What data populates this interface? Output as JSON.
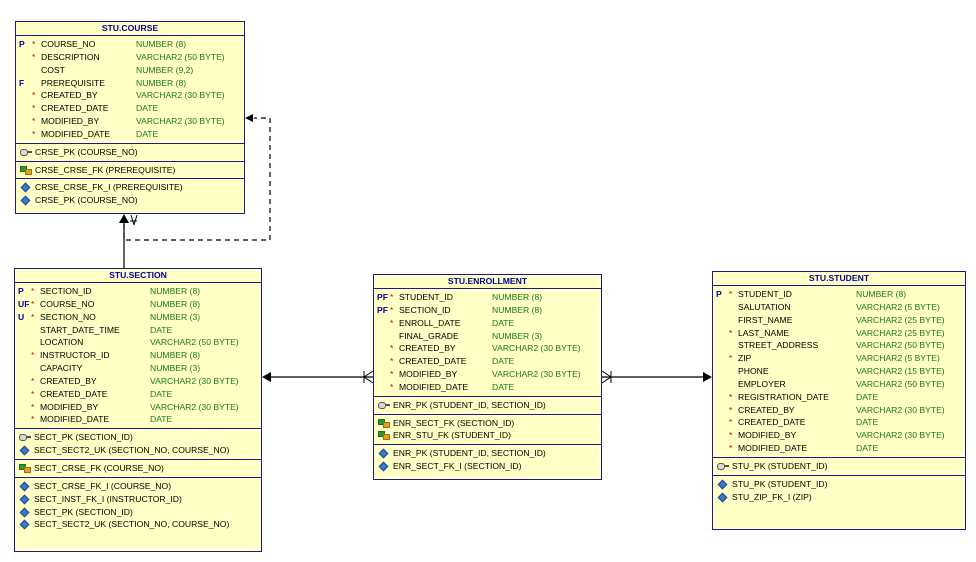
{
  "tables": [
    {
      "id": "course",
      "title": "STU.COURSE",
      "columns": [
        {
          "flag": "P",
          "req": "*",
          "name": "COURSE_NO",
          "type": "NUMBER (8)"
        },
        {
          "flag": "",
          "req": "*",
          "name": "DESCRIPTION",
          "type": "VARCHAR2 (50 BYTE)"
        },
        {
          "flag": "",
          "req": "",
          "name": "COST",
          "type": "NUMBER (9,2)"
        },
        {
          "flag": "F",
          "req": "",
          "name": "PREREQUISITE",
          "type": "NUMBER (8)"
        },
        {
          "flag": "",
          "req": "*",
          "name": "CREATED_BY",
          "type": "VARCHAR2 (30 BYTE)"
        },
        {
          "flag": "",
          "req": "*",
          "name": "CREATED_DATE",
          "type": "DATE"
        },
        {
          "flag": "",
          "req": "*",
          "name": "MODIFIED_BY",
          "type": "VARCHAR2 (30 BYTE)"
        },
        {
          "flag": "",
          "req": "*",
          "name": "MODIFIED_DATE",
          "type": "DATE"
        }
      ],
      "pk": [
        "CRSE_PK (COURSE_NO)"
      ],
      "fk": [
        "CRSE_CRSE_FK (PREREQUISITE)"
      ],
      "idx": [
        "CRSE_CRSE_FK_I (PREREQUISITE)",
        "CRSE_PK (COURSE_NO)"
      ]
    },
    {
      "id": "section",
      "title": "STU.SECTION",
      "columns": [
        {
          "flag": "P",
          "req": "*",
          "name": "SECTION_ID",
          "type": "NUMBER (8)"
        },
        {
          "flag": "UF",
          "req": "*",
          "name": "COURSE_NO",
          "type": "NUMBER (8)"
        },
        {
          "flag": "U",
          "req": "*",
          "name": "SECTION_NO",
          "type": "NUMBER (3)"
        },
        {
          "flag": "",
          "req": "",
          "name": "START_DATE_TIME",
          "type": "DATE"
        },
        {
          "flag": "",
          "req": "",
          "name": "LOCATION",
          "type": "VARCHAR2 (50 BYTE)"
        },
        {
          "flag": "",
          "req": "*",
          "name": "INSTRUCTOR_ID",
          "type": "NUMBER (8)"
        },
        {
          "flag": "",
          "req": "",
          "name": "CAPACITY",
          "type": "NUMBER (3)"
        },
        {
          "flag": "",
          "req": "*",
          "name": "CREATED_BY",
          "type": "VARCHAR2 (30 BYTE)"
        },
        {
          "flag": "",
          "req": "*",
          "name": "CREATED_DATE",
          "type": "DATE"
        },
        {
          "flag": "",
          "req": "*",
          "name": "MODIFIED_BY",
          "type": "VARCHAR2 (30 BYTE)"
        },
        {
          "flag": "",
          "req": "*",
          "name": "MODIFIED_DATE",
          "type": "DATE"
        }
      ],
      "pk": [
        "SECT_PK (SECTION_ID)"
      ],
      "uk": [
        "SECT_SECT2_UK (SECTION_NO, COURSE_NO)"
      ],
      "fk": [
        "SECT_CRSE_FK (COURSE_NO)"
      ],
      "idx": [
        "SECT_CRSE_FK_I (COURSE_NO)",
        "SECT_INST_FK_I (INSTRUCTOR_ID)",
        "SECT_PK (SECTION_ID)",
        "SECT_SECT2_UK (SECTION_NO, COURSE_NO)"
      ]
    },
    {
      "id": "enrollment",
      "title": "STU.ENROLLMENT",
      "columns": [
        {
          "flag": "PF",
          "req": "*",
          "name": "STUDENT_ID",
          "type": "NUMBER (8)"
        },
        {
          "flag": "PF",
          "req": "*",
          "name": "SECTION_ID",
          "type": "NUMBER (8)"
        },
        {
          "flag": "",
          "req": "*",
          "name": "ENROLL_DATE",
          "type": "DATE"
        },
        {
          "flag": "",
          "req": "",
          "name": "FINAL_GRADE",
          "type": "NUMBER (3)"
        },
        {
          "flag": "",
          "req": "*",
          "name": "CREATED_BY",
          "type": "VARCHAR2 (30 BYTE)"
        },
        {
          "flag": "",
          "req": "*",
          "name": "CREATED_DATE",
          "type": "DATE"
        },
        {
          "flag": "",
          "req": "*",
          "name": "MODIFIED_BY",
          "type": "VARCHAR2 (30 BYTE)"
        },
        {
          "flag": "",
          "req": "*",
          "name": "MODIFIED_DATE",
          "type": "DATE"
        }
      ],
      "pk": [
        "ENR_PK (STUDENT_ID, SECTION_ID)"
      ],
      "fk": [
        "ENR_SECT_FK (SECTION_ID)",
        "ENR_STU_FK (STUDENT_ID)"
      ],
      "idx": [
        "ENR_PK (STUDENT_ID, SECTION_ID)",
        "ENR_SECT_FK_I (SECTION_ID)"
      ]
    },
    {
      "id": "student",
      "title": "STU.STUDENT",
      "columns": [
        {
          "flag": "P",
          "req": "*",
          "name": "STUDENT_ID",
          "type": "NUMBER (8)"
        },
        {
          "flag": "",
          "req": "",
          "name": "SALUTATION",
          "type": "VARCHAR2 (5 BYTE)"
        },
        {
          "flag": "",
          "req": "",
          "name": "FIRST_NAME",
          "type": "VARCHAR2 (25 BYTE)"
        },
        {
          "flag": "",
          "req": "*",
          "name": "LAST_NAME",
          "type": "VARCHAR2 (25 BYTE)"
        },
        {
          "flag": "",
          "req": "",
          "name": "STREET_ADDRESS",
          "type": "VARCHAR2 (50 BYTE)"
        },
        {
          "flag": "",
          "req": "*",
          "name": "ZIP",
          "type": "VARCHAR2 (5 BYTE)"
        },
        {
          "flag": "",
          "req": "",
          "name": "PHONE",
          "type": "VARCHAR2 (15 BYTE)"
        },
        {
          "flag": "",
          "req": "",
          "name": "EMPLOYER",
          "type": "VARCHAR2 (50 BYTE)"
        },
        {
          "flag": "",
          "req": "*",
          "name": "REGISTRATION_DATE",
          "type": "DATE"
        },
        {
          "flag": "",
          "req": "*",
          "name": "CREATED_BY",
          "type": "VARCHAR2 (30 BYTE)"
        },
        {
          "flag": "",
          "req": "*",
          "name": "CREATED_DATE",
          "type": "DATE"
        },
        {
          "flag": "",
          "req": "*",
          "name": "MODIFIED_BY",
          "type": "VARCHAR2 (30 BYTE)"
        },
        {
          "flag": "",
          "req": "*",
          "name": "MODIFIED_DATE",
          "type": "DATE"
        }
      ],
      "pk": [
        "STU_PK (STUDENT_ID)"
      ],
      "idx": [
        "STU_PK (STUDENT_ID)",
        "STU_ZIP_FK_I (ZIP)"
      ]
    }
  ],
  "colors": {
    "table_fill": "#ffffc6",
    "border": "#1a1a8c",
    "title": "#0000a0",
    "datatype": "#1a7a1a",
    "required": "#d40000"
  }
}
